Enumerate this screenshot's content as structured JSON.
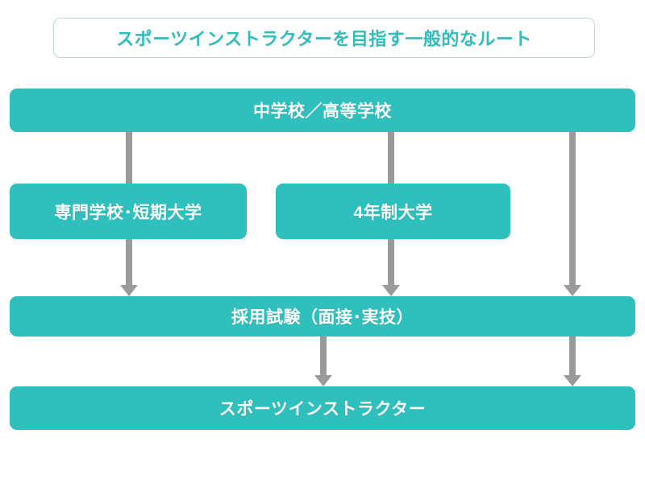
{
  "diagram": {
    "title": "スポーツインストラクターを目指す一般的なルート",
    "accent_color": "#2fbfbd",
    "title_text_color": "#2fbcbc",
    "connector_color": "#9a9a9a",
    "background_color": "#ffffff",
    "nodes": [
      {
        "id": "school",
        "label": "中学校／高等学校"
      },
      {
        "id": "vocational",
        "label": "専門学校･短期大学"
      },
      {
        "id": "university",
        "label": "4年制大学"
      },
      {
        "id": "exam",
        "label": "採用試験（面接･実技）"
      },
      {
        "id": "instructor",
        "label": "スポーツインストラクター"
      }
    ],
    "edges": [
      {
        "id": "school-to-vocational",
        "from": "school",
        "to": "vocational",
        "arrow": false
      },
      {
        "id": "vocational-to-exam",
        "from": "vocational",
        "to": "exam",
        "arrow": true
      },
      {
        "id": "school-to-university",
        "from": "school",
        "to": "university",
        "arrow": false
      },
      {
        "id": "university-to-exam",
        "from": "university",
        "to": "exam",
        "arrow": true
      },
      {
        "id": "school-to-exam",
        "from": "school",
        "to": "exam",
        "arrow": true
      },
      {
        "id": "exam-to-instructor",
        "from": "exam",
        "to": "instructor",
        "arrow": true
      },
      {
        "id": "exam-to-instructor-alt",
        "from": "exam",
        "to": "instructor",
        "arrow": true
      }
    ]
  }
}
